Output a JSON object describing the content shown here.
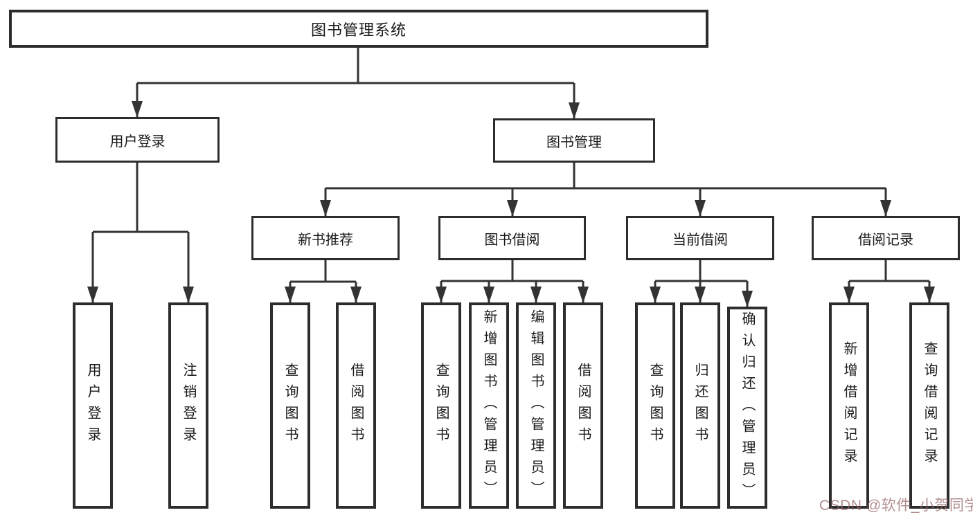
{
  "diagram": {
    "type": "tree",
    "root": {
      "label": "图书管理系统"
    },
    "level2": [
      {
        "label": "用户登录",
        "parent": "图书管理系统"
      },
      {
        "label": "图书管理",
        "parent": "图书管理系统"
      }
    ],
    "level3": [
      {
        "label": "新书推荐",
        "parent": "图书管理"
      },
      {
        "label": "图书借阅",
        "parent": "图书管理"
      },
      {
        "label": "当前借阅",
        "parent": "图书管理"
      },
      {
        "label": "借阅记录",
        "parent": "图书管理"
      }
    ],
    "leaves": [
      {
        "label": "用户登录",
        "parent": "用户登录"
      },
      {
        "label": "注销登录",
        "parent": "用户登录"
      },
      {
        "label": "查询图书",
        "parent": "新书推荐"
      },
      {
        "label": "借阅图书",
        "parent": "新书推荐"
      },
      {
        "label": "查询图书",
        "parent": "图书借阅"
      },
      {
        "label": "新增图书（管理员）",
        "parent": "图书借阅"
      },
      {
        "label": "编辑图书（管理员）",
        "parent": "图书借阅"
      },
      {
        "label": "借阅图书",
        "parent": "图书借阅"
      },
      {
        "label": "查询图书",
        "parent": "当前借阅"
      },
      {
        "label": "归还图书",
        "parent": "当前借阅"
      },
      {
        "label": "确认归还（管理员）",
        "parent": "当前借阅"
      },
      {
        "label": "新增借阅记录",
        "parent": "借阅记录"
      },
      {
        "label": "查询借阅记录",
        "parent": "借阅记录"
      }
    ]
  },
  "watermark": {
    "text": "CSDN @软件_小贺同学"
  },
  "colors": {
    "line": "#333333",
    "box_border": "#2d2d2d",
    "text": "#1a1a1a",
    "background": "#ffffff",
    "watermark": "#96646480"
  }
}
